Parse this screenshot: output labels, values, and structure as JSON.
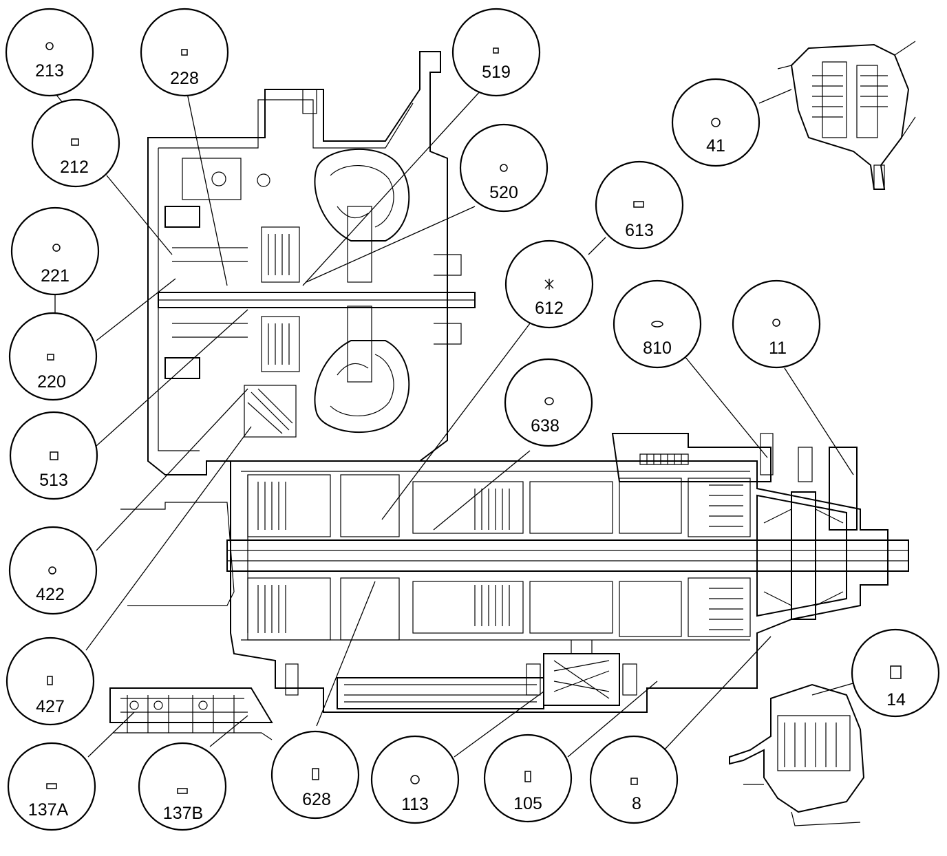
{
  "callouts": [
    {
      "label": "213",
      "symbol": "circle"
    },
    {
      "label": "228",
      "symbol": "square"
    },
    {
      "label": "519",
      "symbol": "square"
    },
    {
      "label": "41",
      "symbol": "circle"
    },
    {
      "label": "212",
      "symbol": "square"
    },
    {
      "label": "520",
      "symbol": "circle"
    },
    {
      "label": "613",
      "symbol": "rect"
    },
    {
      "label": "221",
      "symbol": "circle"
    },
    {
      "label": "612",
      "symbol": "star"
    },
    {
      "label": "810",
      "symbol": "ellipse"
    },
    {
      "label": "11",
      "symbol": "circle"
    },
    {
      "label": "220",
      "symbol": "square"
    },
    {
      "label": "638",
      "symbol": "ellipse"
    },
    {
      "label": "513",
      "symbol": "square"
    },
    {
      "label": "422",
      "symbol": "circle"
    },
    {
      "label": "14",
      "symbol": "square-large"
    },
    {
      "label": "427",
      "symbol": "rect-tall"
    },
    {
      "label": "137A",
      "symbol": "rect-wide"
    },
    {
      "label": "137B",
      "symbol": "rect-wide"
    },
    {
      "label": "628",
      "symbol": "rect-tall"
    },
    {
      "label": "113",
      "symbol": "circle"
    },
    {
      "label": "105",
      "symbol": "rect-tall"
    },
    {
      "label": "8",
      "symbol": "square"
    }
  ]
}
